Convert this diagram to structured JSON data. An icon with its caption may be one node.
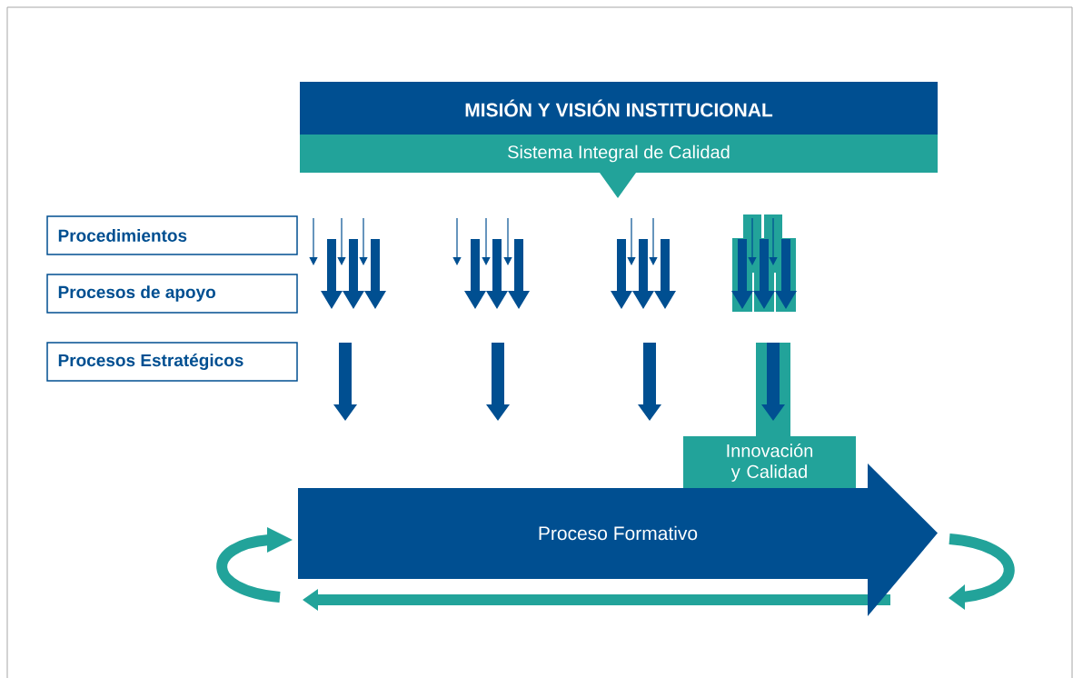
{
  "diagram": {
    "nodes": [
      {
        "text": [
          "MISIÓN Y VISIÓN INSTITUCIONAL"
        ]
      },
      {
        "text": [
          "Sistema Integral de Calidad"
        ]
      },
      {
        "text": [
          "Procedimientos"
        ]
      },
      {
        "text": [
          "Procesos de apoyo"
        ]
      },
      {
        "text": [
          "Procesos Estratégicos"
        ]
      },
      {
        "text": [
          "Innovación y Calidad"
        ]
      },
      {
        "text": [
          "Proceso Formativo"
        ]
      }
    ]
  }
}
